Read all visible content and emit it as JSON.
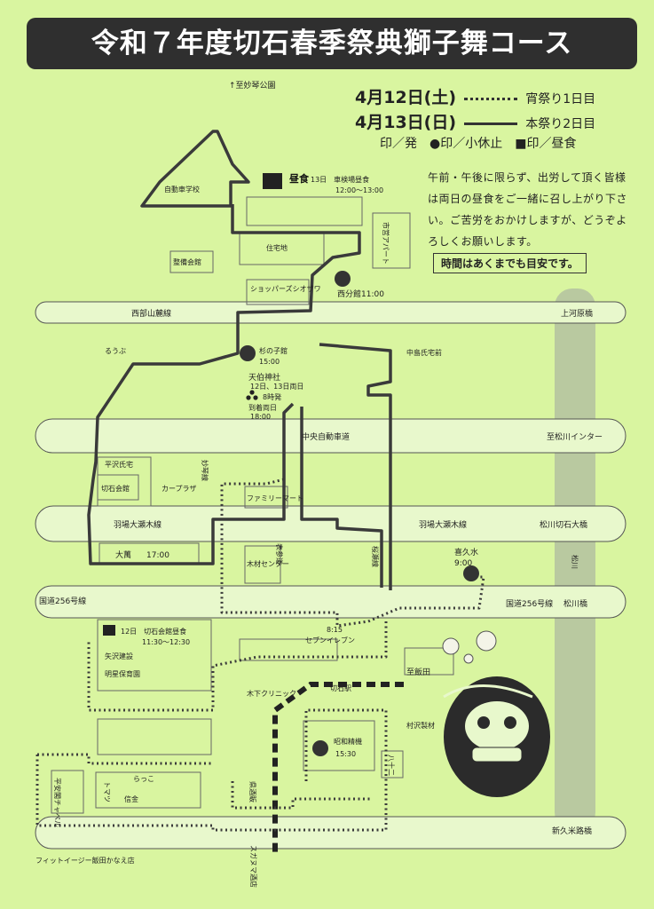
{
  "title": "令和７年度切石春季祭典獅子舞コース",
  "legend": {
    "day1_date": "4月12日(土)",
    "day1_desc": "宵祭り1日目",
    "day2_date": "4月13日(日)",
    "day2_desc": "本祭り2日目",
    "symbols": "印／発　●印／小休止　■印／昼食"
  },
  "notice": "午前・午後に限らず、出労して頂く皆様は両日の昼食をご一緒に召し上がり下さい。ご苦労をおかけしますが、どうぞよろしくお願いします。",
  "time_note": "時間はあくまでも目安です。",
  "roads": {
    "seibu_sanroku": "西部山麓線",
    "kamikawara_bridge": "上河原橋",
    "chuo_expressway": "中央自動車道",
    "matsukawa_ic": "至松川インター",
    "habaootaki_left": "羽場大瀬木線",
    "habaootaki_right": "羽場大瀬木線",
    "matsukawa_kiriishi_bridge": "松川切石大橋",
    "route256_left": "国道256号線",
    "route256_right": "国道256号線",
    "matsukawa_bridge": "松川橋",
    "shinkumebashi": "新久米路橋",
    "to_myokin_park": "↑至妙琴公園",
    "to_iida": "至飯田",
    "myokin_line": "妙琴線",
    "omotesando": "表参道",
    "sakurase_line": "桜瀬線",
    "matsukawa_river": "松川"
  },
  "places": {
    "driving_school": "自動車学校",
    "seibi_kaikan": "整備会館",
    "jutakuchi": "住宅地",
    "ichiei_apart": "市営アパート",
    "shoppers_shiozawa": "ショッパーズシオザワ",
    "ruubu": "るうぶ",
    "nakajima_house": "中島氏宅前",
    "hirasawa_house": "平沢氏宅",
    "kiriishi_kaikan": "切石会館",
    "carplaza": "カープラザ",
    "familymart": "ファミリーマート",
    "mokuzai_center": "木材センター",
    "seven_eleven": "セブンイレブン",
    "seven_time": "8:15",
    "yazawa_kensetsu": "矢沢建設",
    "myosei_hoikuen": "明星保育園",
    "kinoshita_clinic": "木下クリニック",
    "kiriishi_station": "切石駅",
    "murasawa_seisaku": "村沢製材",
    "heian_chapel": "平安閣チャペル",
    "tomatsu": "トマツ",
    "rakko": "らっこ",
    "shinkin": "信金",
    "kenshuhan": "県酒販",
    "hachijuni": "八十二",
    "sugenuma_saketen": "スガヌマ酒店",
    "fit_eji": "フィットイージー飯田かなえ店"
  },
  "stops": {
    "hirushoku_label": "昼食",
    "sharyoujo_lunch": "13日　車検場昼食",
    "sharyoujo_time": "12:00〜13:00",
    "nishibunkan": "西分館11:00",
    "suginoko": "杉の子館",
    "suginoko_time": "15:00",
    "tenpaku_shrine": "天伯神社",
    "tenpaku_days": "12日、13日両日",
    "tenpaku_depart": "8時発",
    "tenpaku_arrive": "到着両日",
    "tenpaku_arrive_time": "18:00",
    "oyorozu": "大萬",
    "oyorozu_time": "17:00",
    "kikusui": "喜久水",
    "kikusui_time": "9:00",
    "kaikan_lunch": "12日　切石会館昼食",
    "kaikan_lunch_time": "11:30〜12:30",
    "showa_seiki": "昭和精機",
    "showa_seiki_time": "15:30"
  }
}
